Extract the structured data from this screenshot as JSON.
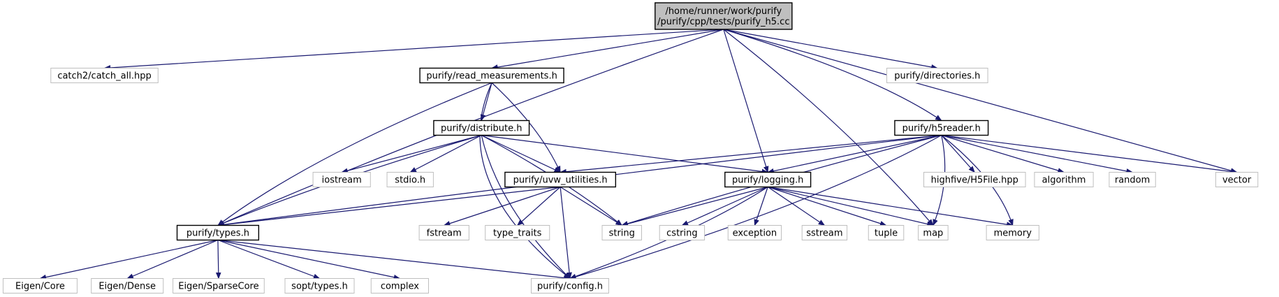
{
  "nodes": {
    "root": "/home/runner/work/purify\n/purify/cpp/tests/purify_h5.cc",
    "catch2": "catch2/catch_all.hpp",
    "read_measurements": "purify/read_measurements.h",
    "directories": "purify/directories.h",
    "h5reader": "purify/h5reader.h",
    "vector": "vector",
    "distribute": "purify/distribute.h",
    "iostream": "iostream",
    "stdio": "stdio.h",
    "uvw_utilities": "purify/uvw_utilities.h",
    "logging": "purify/logging.h",
    "highfive": "highfive/H5File.hpp",
    "algorithm": "algorithm",
    "random": "random",
    "types": "purify/types.h",
    "fstream": "fstream",
    "type_traits": "type_traits",
    "string": "string",
    "cstring": "cstring",
    "exception": "exception",
    "sstream": "sstream",
    "tuple": "tuple",
    "map": "map",
    "memory": "memory",
    "eigen_core": "Eigen/Core",
    "eigen_dense": "Eigen/Dense",
    "eigen_sparse": "Eigen/SparseCore",
    "sopt_types": "sopt/types.h",
    "complex": "complex",
    "config": "purify/config.h"
  },
  "colors": {
    "edge": "#191970",
    "documented_border": "#000000",
    "external_border": "#bfbfbf",
    "root_fill": "#bfbfbf",
    "node_fill": "#ffffff"
  }
}
